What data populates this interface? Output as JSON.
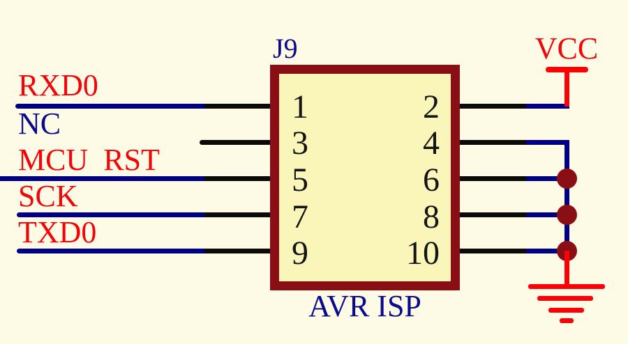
{
  "connector": {
    "refdes": "J9",
    "name": "AVR ISP",
    "left_pins": [
      "1",
      "3",
      "5",
      "7",
      "9"
    ],
    "right_pins": [
      "2",
      "4",
      "6",
      "8",
      "10"
    ]
  },
  "signals": {
    "rxd0": "RXD0",
    "nc": "NC",
    "mcu_rst": "MCU  RST",
    "sck": "SCK",
    "txd0": "TXD0",
    "vcc": "VCC"
  },
  "icons": {
    "power": "vcc-power-icon",
    "ground": "ground-icon",
    "junction": "junction-dot-icon"
  },
  "colors": {
    "background": "#FDFBE6",
    "connector_fill": "#FAF6BA",
    "connector_border": "#8A0F14",
    "wire_blue": "#000084",
    "wire_black": "#0A0A0A",
    "signal_red": "#F20409",
    "label_navy": "#0A0A8C",
    "power_red": "#FB0207"
  }
}
